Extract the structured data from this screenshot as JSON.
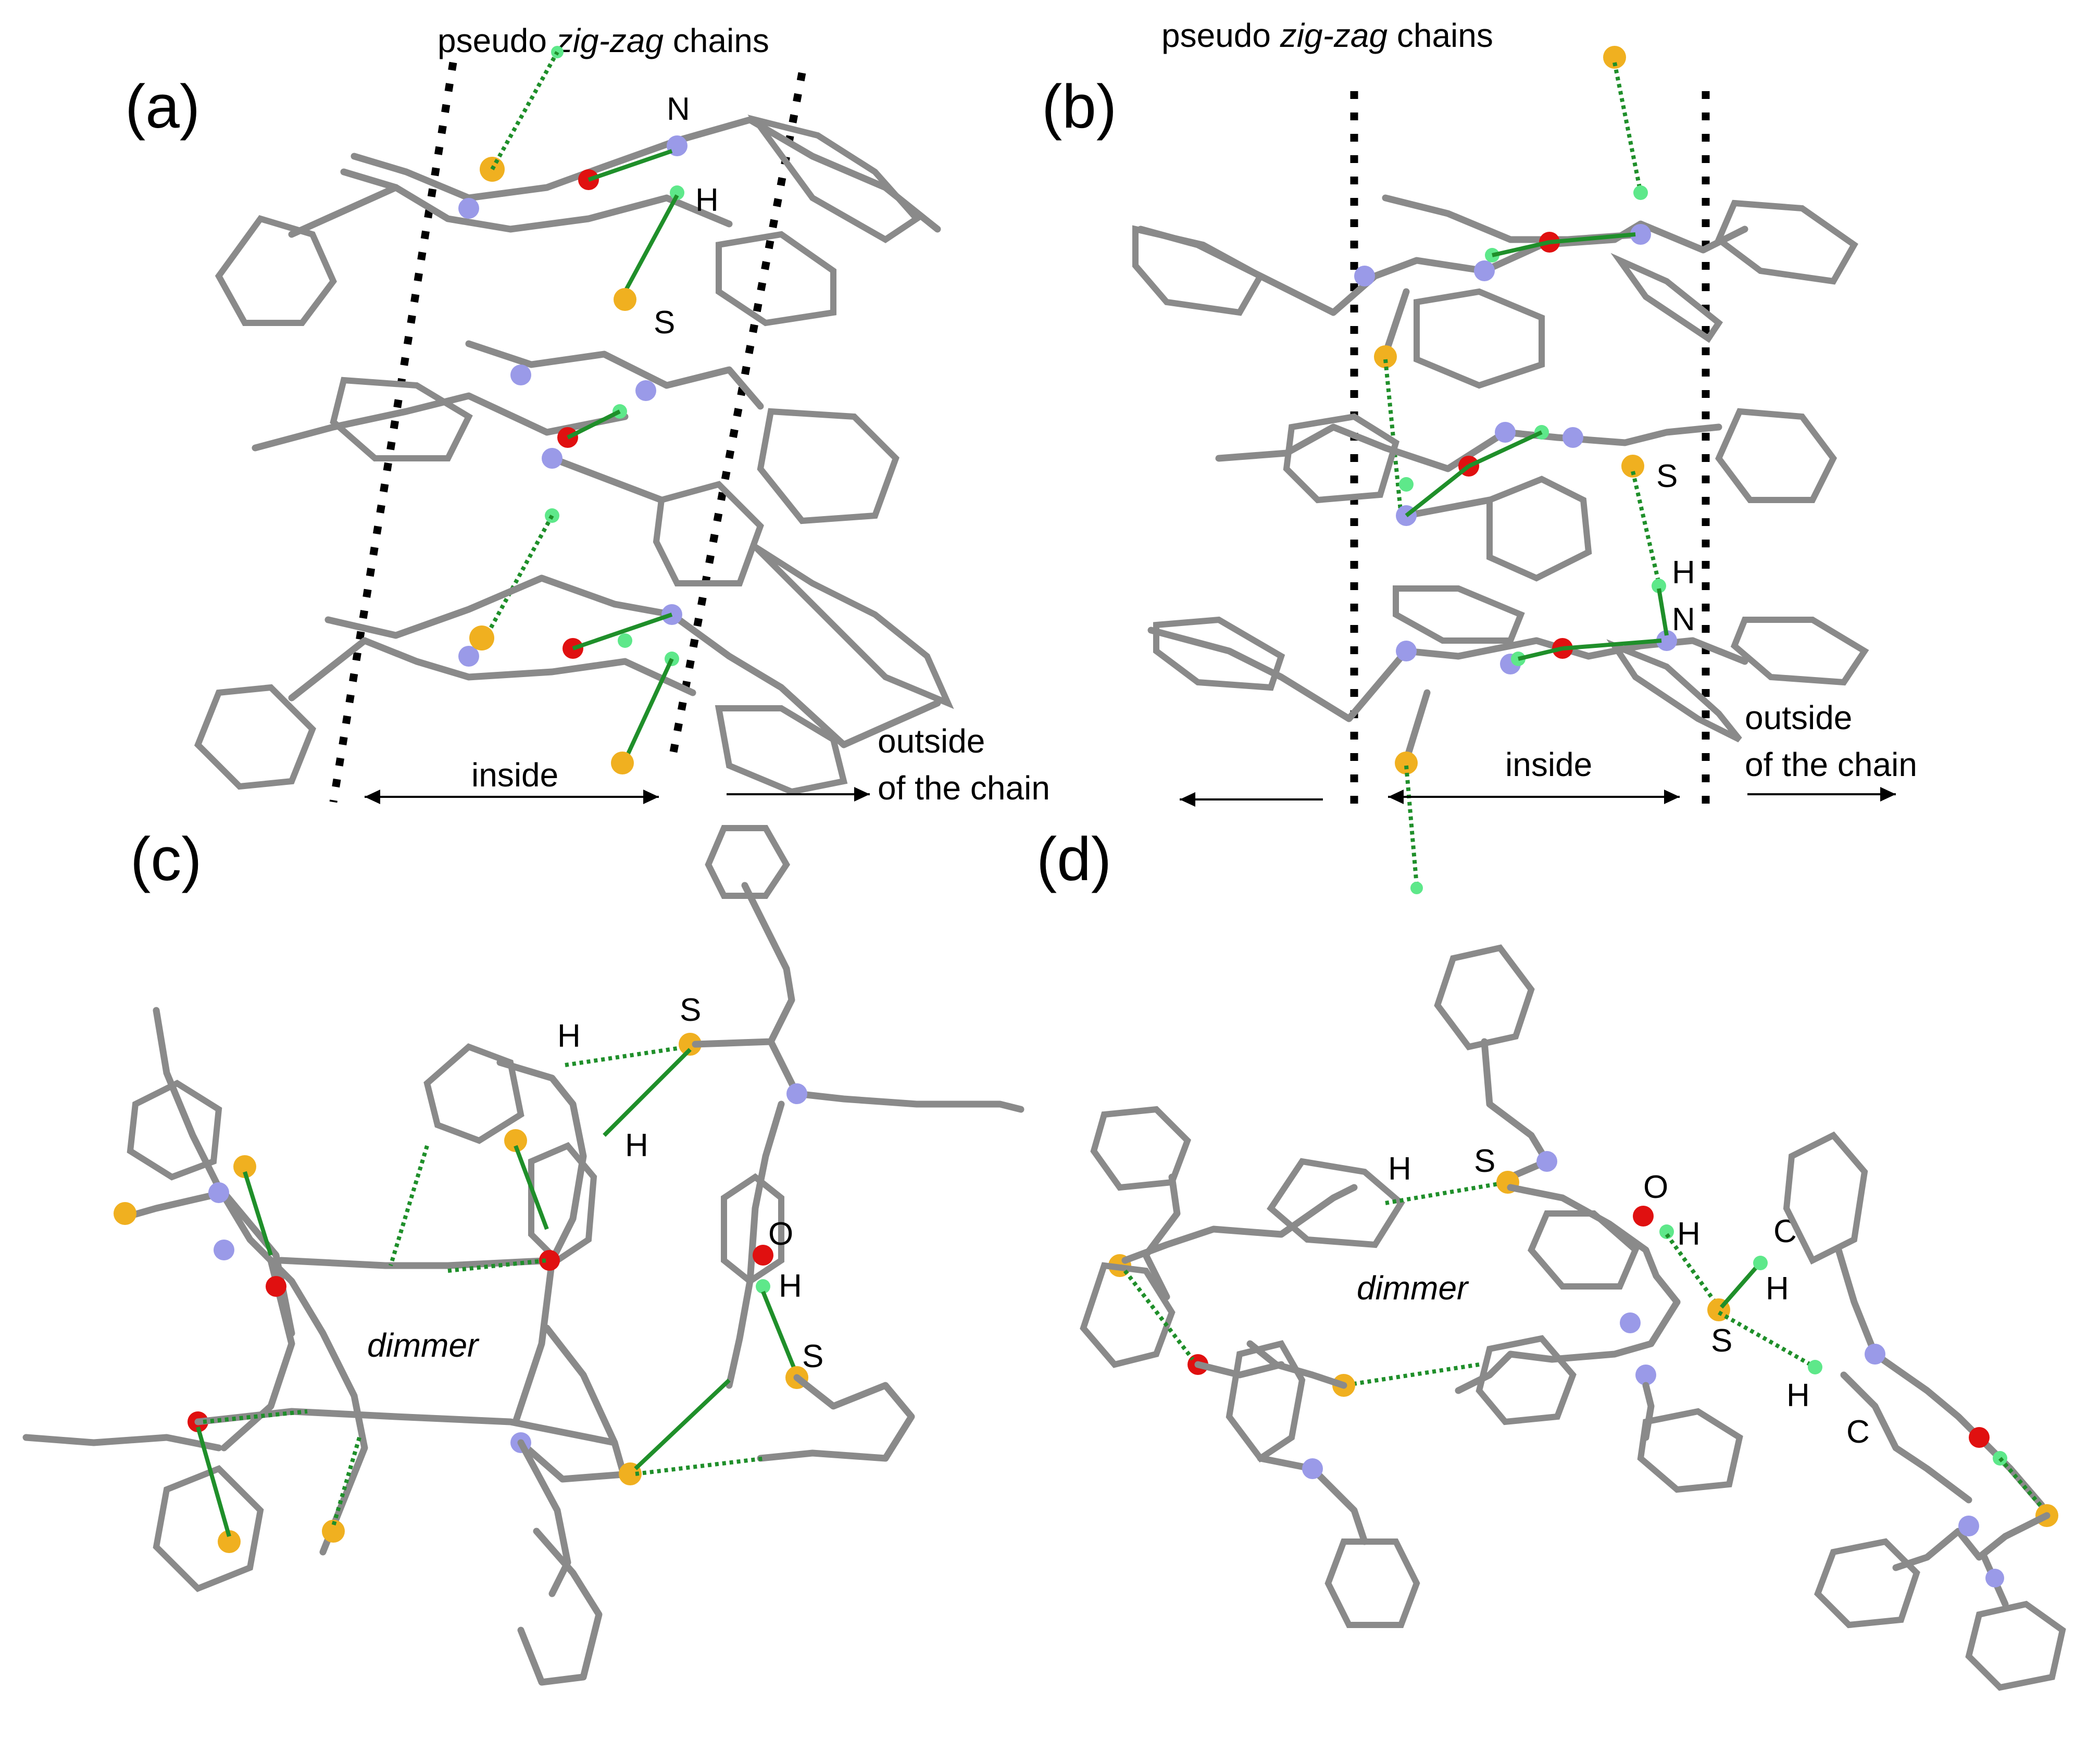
{
  "panels": [
    {
      "label": "(a)"
    },
    {
      "label": "(b)"
    },
    {
      "label": "(c)"
    },
    {
      "label": "(d)"
    }
  ],
  "annotations": {
    "chains_prefix": "pseudo ",
    "chains_italic": "zig-zag",
    "chains_suffix": " chains",
    "inside": "inside",
    "outside_line1": "outside",
    "outside_line2": "of the chain",
    "dimmer": "dimmer"
  },
  "atom_labels": {
    "a": [
      "N",
      "H",
      "S"
    ],
    "b": [
      "S",
      "H",
      "N"
    ],
    "c": [
      "H",
      "S",
      "H",
      "O",
      "H",
      "S"
    ],
    "d": [
      "H",
      "S",
      "O",
      "H",
      "C",
      "H",
      "S",
      "H",
      "C"
    ]
  },
  "colors": {
    "carbon": "#8a8a8a",
    "nitrogen": "#9a9ae8",
    "oxygen": "#e01010",
    "sulfur": "#f0b020",
    "hydrogen": "#5ee88a",
    "hbond": "#1f8f2a"
  }
}
